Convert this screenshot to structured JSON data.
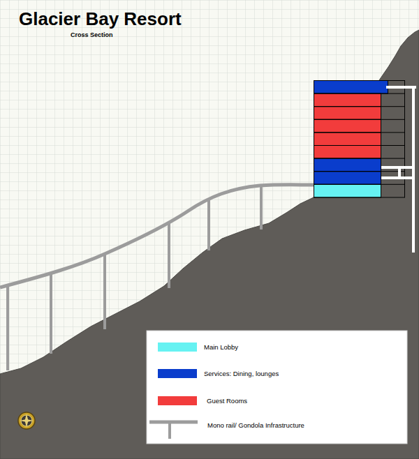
{
  "diagram": {
    "title": "Glacier Bay Resort",
    "labels": [
      "Cross Section"
    ],
    "legend": [
      {
        "text": "Main Lobby",
        "color": "#66f2f2"
      },
      {
        "text": "Services: Dining, lounges",
        "color": "#0a3dcc"
      },
      {
        "text": "Guest Rooms",
        "color": "#f23c3c"
      },
      {
        "text": "Mono rail/ Gondola Infrastructure"
      }
    ]
  }
}
